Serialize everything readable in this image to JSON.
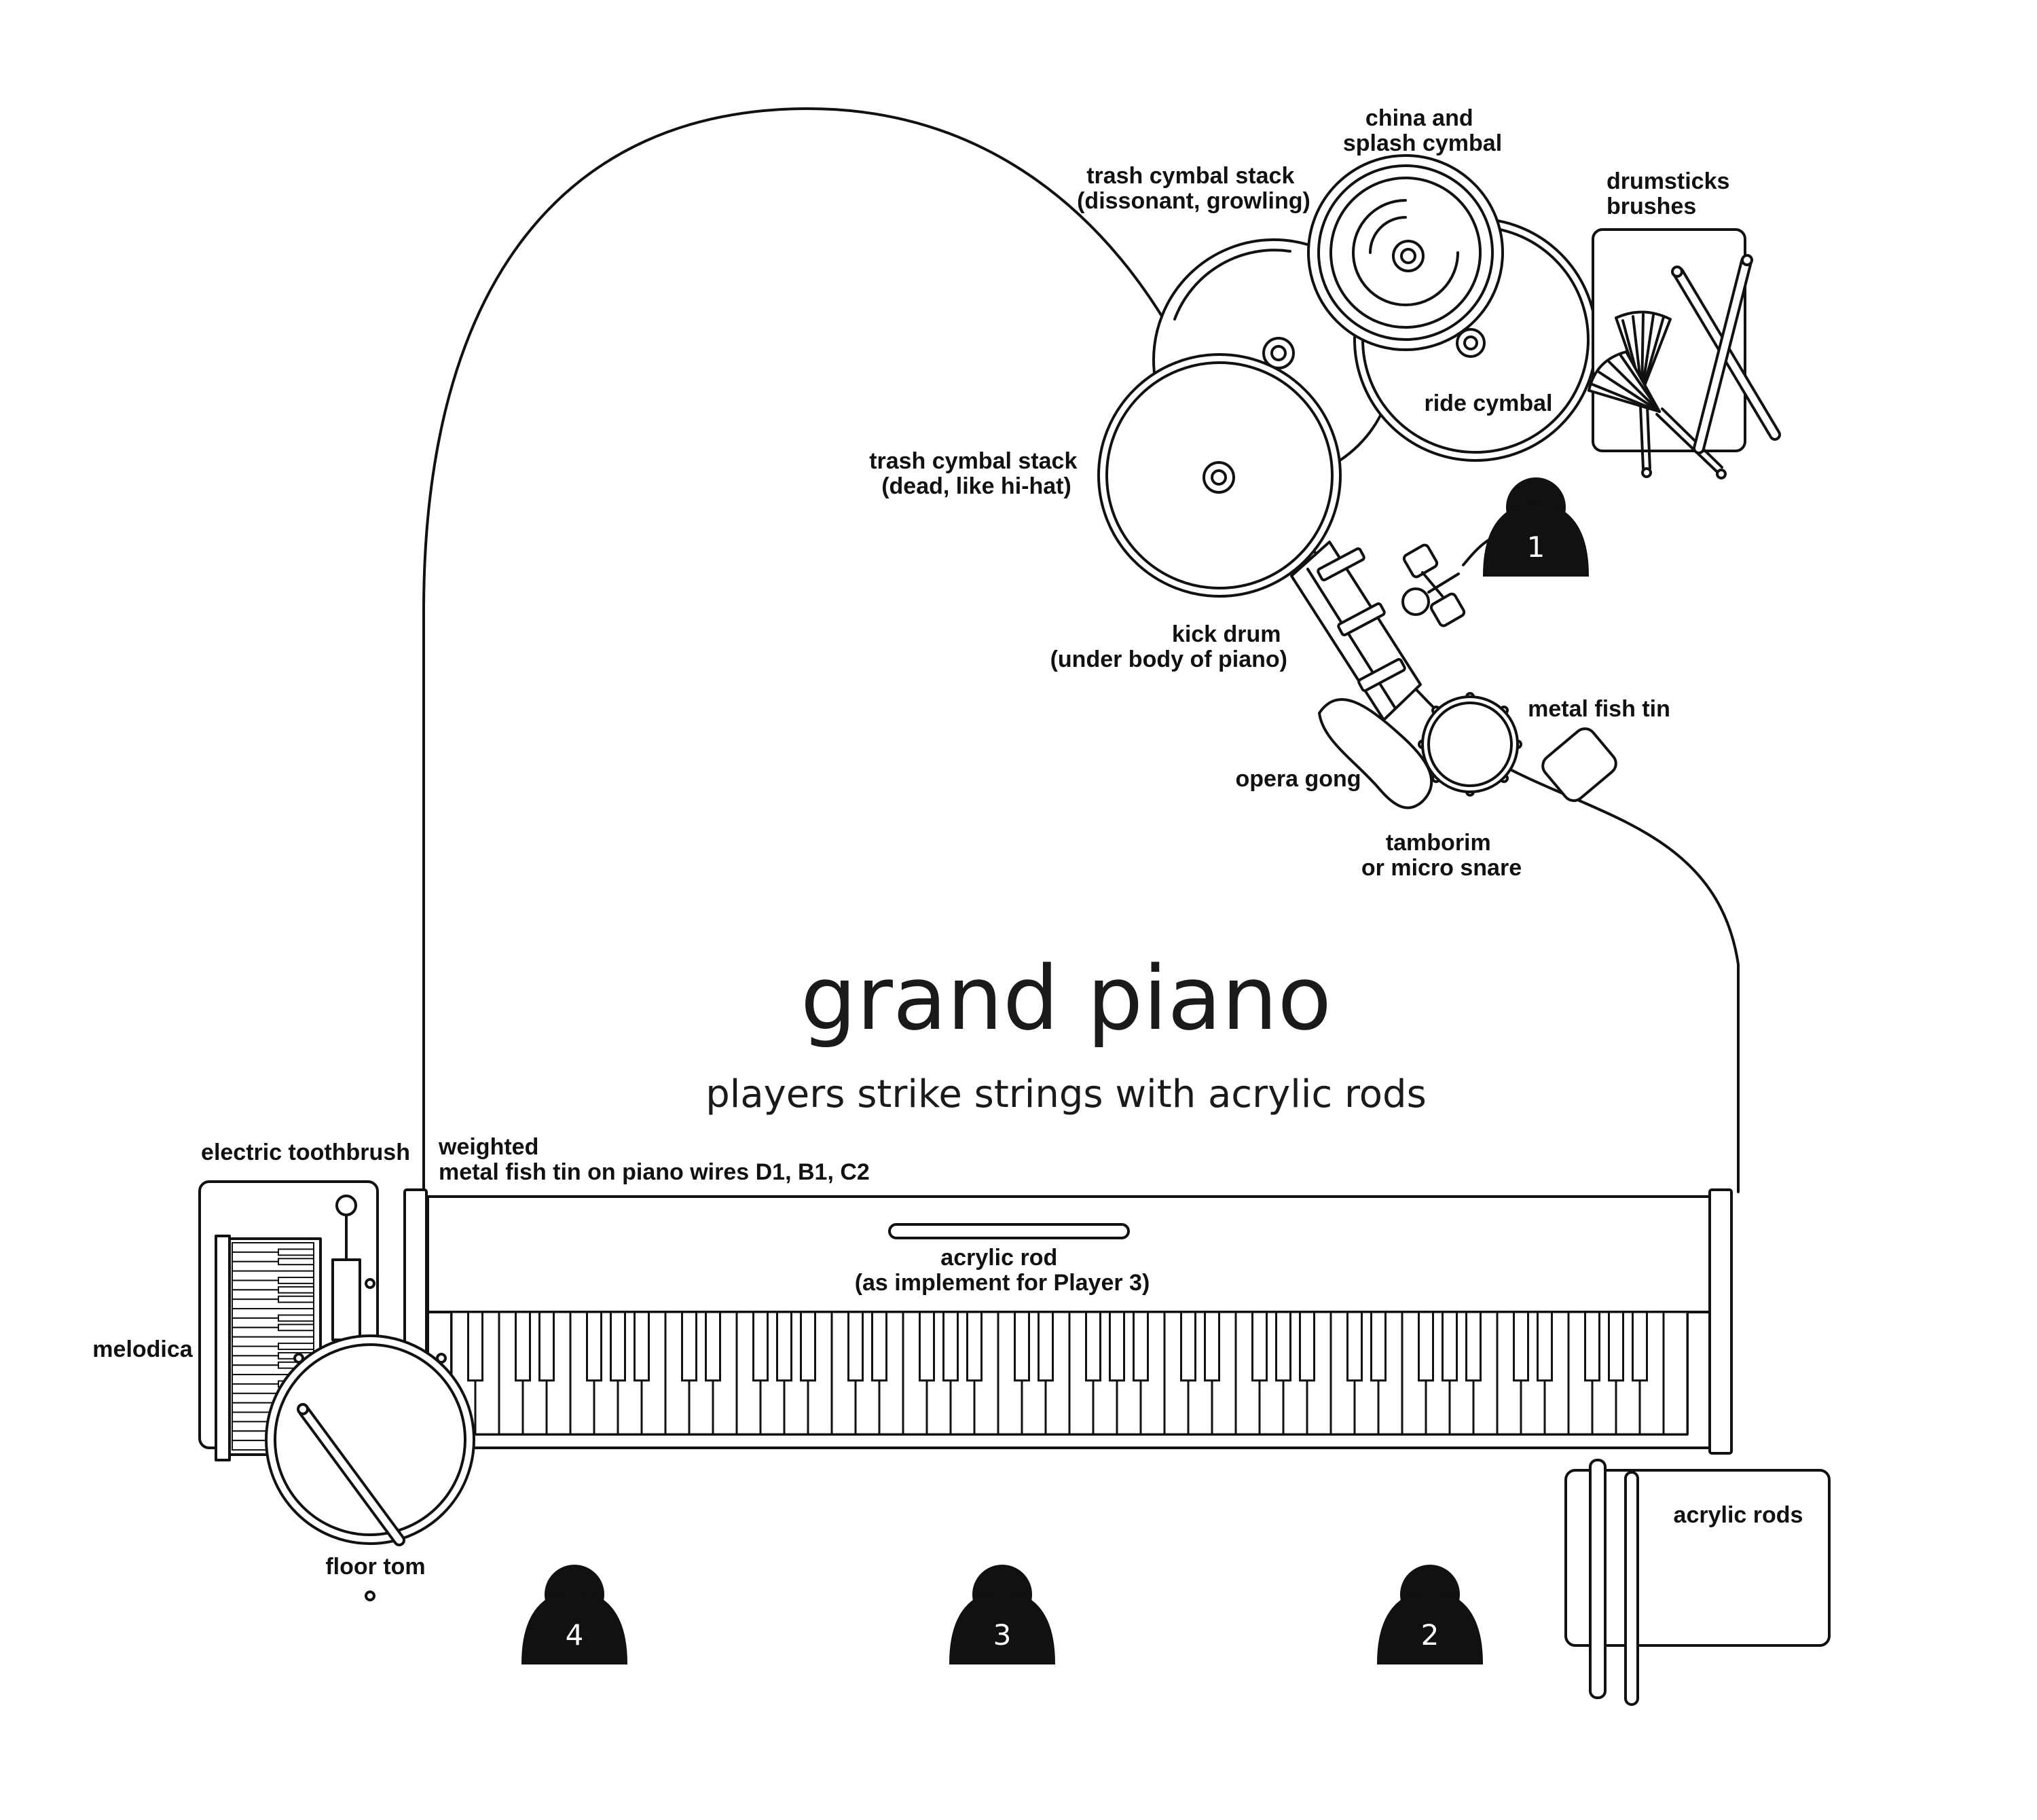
{
  "diagram": {
    "title": "grand piano",
    "subtitle": "players strike strings with acrylic rods",
    "labels": {
      "china_splash_1": "china and",
      "china_splash_2": "splash cymbal",
      "drumsticks": "drumsticks",
      "brushes": "brushes",
      "trash_stack_top_1": "trash cymbal stack",
      "trash_stack_top_2": "(dissonant, growling)",
      "ride_cymbal": "ride cymbal",
      "trash_stack_dead_1": "trash cymbal stack",
      "trash_stack_dead_2": "(dead, like hi-hat)",
      "kick_drum_1": "kick drum",
      "kick_drum_2": "(under body of piano)",
      "metal_fish_tin": "metal fish tin",
      "opera_gong": "opera gong",
      "tamborim_1": "tamborim",
      "tamborim_2": "or micro snare",
      "electric_toothbrush": "electric toothbrush",
      "weighted_1": "weighted",
      "weighted_2": "metal fish tin on piano wires D1, B1, C2",
      "acrylic_rod_1": "acrylic rod",
      "acrylic_rod_2": "(as implement for Player 3)",
      "melodica": "melodica",
      "floor_tom": "floor tom",
      "acrylic_rods": "acrylic rods"
    },
    "players": [
      "1",
      "2",
      "3",
      "4"
    ]
  }
}
